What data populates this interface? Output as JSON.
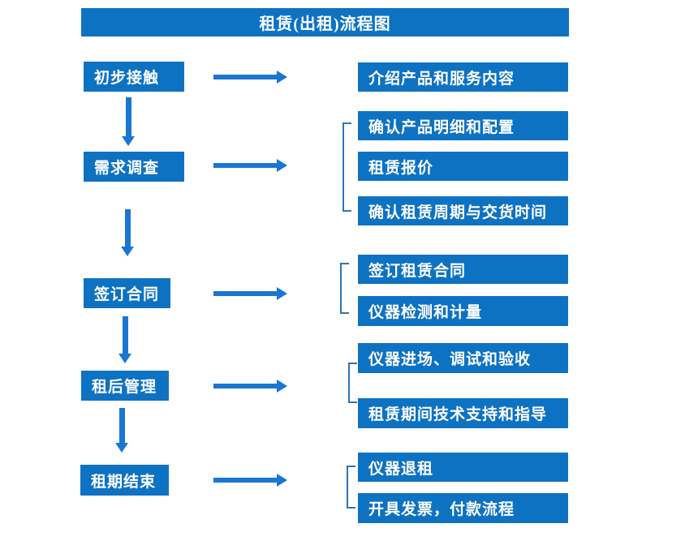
{
  "title": "租赁(出租)流程图",
  "colors": {
    "box_fill": "#0e72c3",
    "arrow": "#1976d2",
    "bracket": "#2e75b6",
    "text": "#ffffff",
    "background": "#ffffff"
  },
  "diagram_type": "flowchart",
  "stages": [
    {
      "label": "初步接触",
      "details": [
        "介绍产品和服务内容"
      ]
    },
    {
      "label": "需求调查",
      "details": [
        "确认产品明细和配置",
        "租赁报价",
        "确认租赁周期与交货时间"
      ]
    },
    {
      "label": "签订合同",
      "details": [
        "签订租赁合同",
        "仪器检测和计量"
      ]
    },
    {
      "label": "租后管理",
      "details": [
        "仪器进场、调试和验收",
        "租赁期间技术支持和指导"
      ]
    },
    {
      "label": "租期结束",
      "details": [
        "仪器退租",
        "开具发票，付款流程"
      ]
    }
  ]
}
